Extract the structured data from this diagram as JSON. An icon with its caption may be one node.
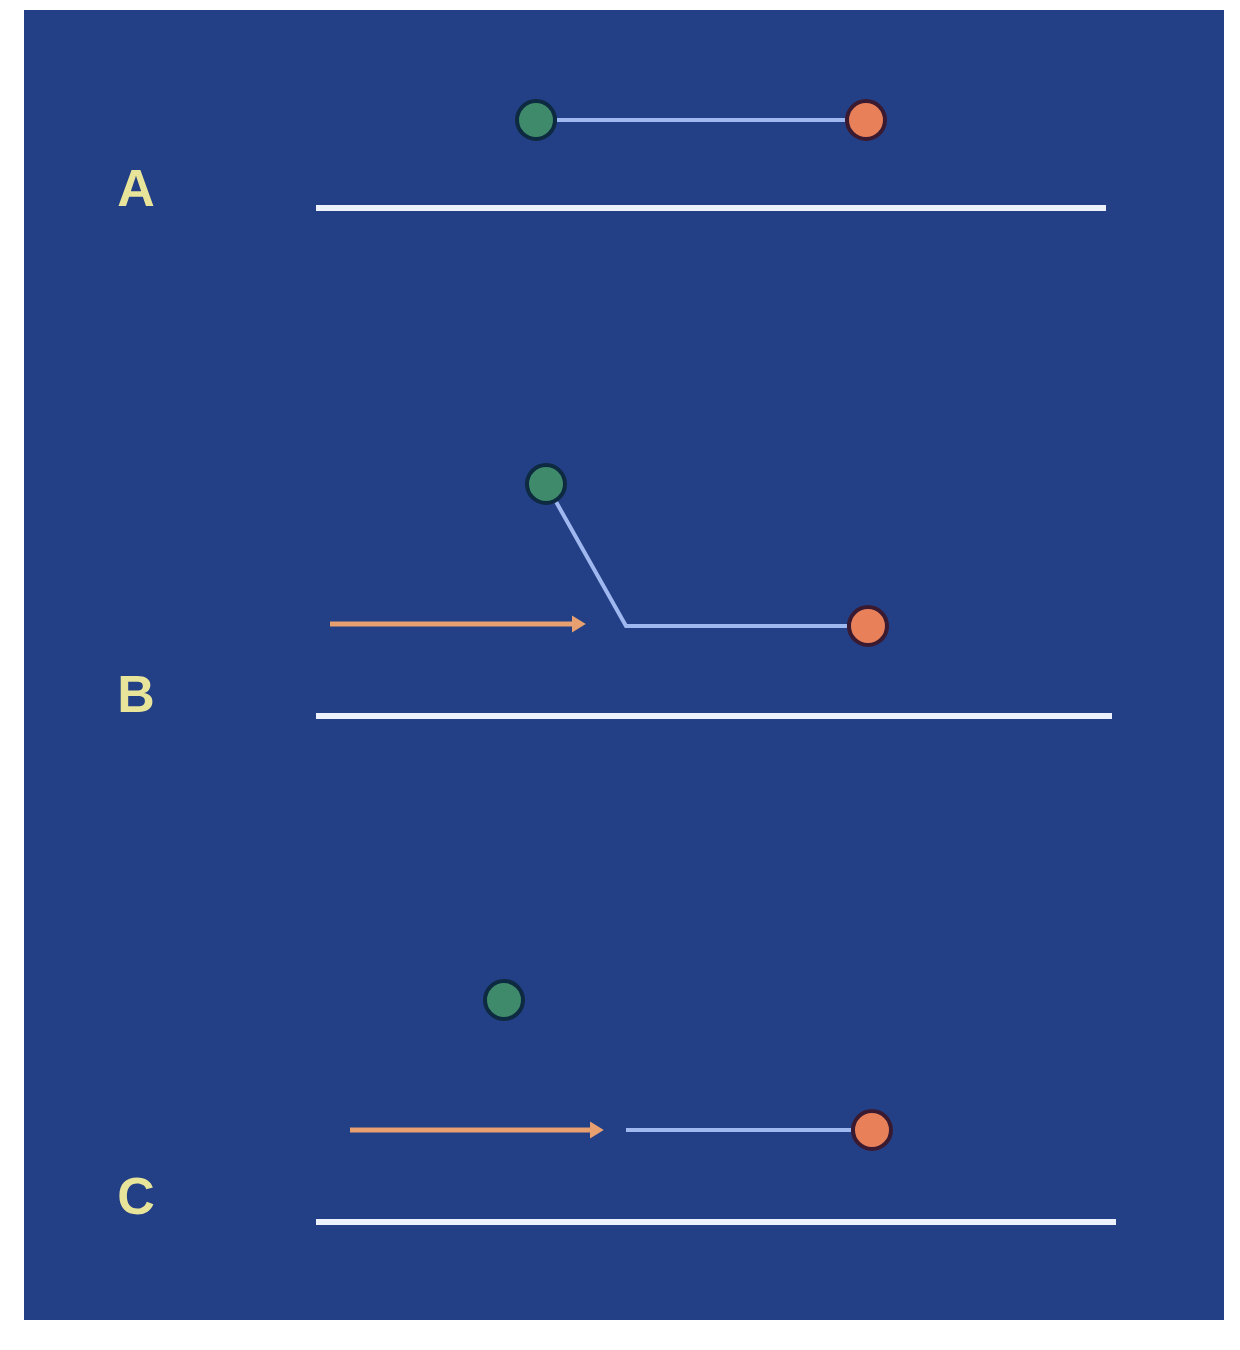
{
  "diagram": {
    "nodes": [
      {
        "text": [],
        "shape": "circle"
      },
      {
        "text": [],
        "shape": "circle"
      },
      {
        "text": [],
        "shape": "circle"
      },
      {
        "text": [],
        "shape": "circle"
      },
      {
        "text": [],
        "shape": "circle"
      },
      {
        "text": [],
        "shape": "circle"
      }
    ],
    "edges": [
      {
        "from": 0,
        "to": 1,
        "arrow": "none"
      },
      {
        "from": 2,
        "to": 3,
        "arrow": "none"
      },
      {
        "from": 5,
        "to": null,
        "arrow": "none"
      }
    ],
    "labels": [
      "A",
      "B",
      "C"
    ]
  }
}
